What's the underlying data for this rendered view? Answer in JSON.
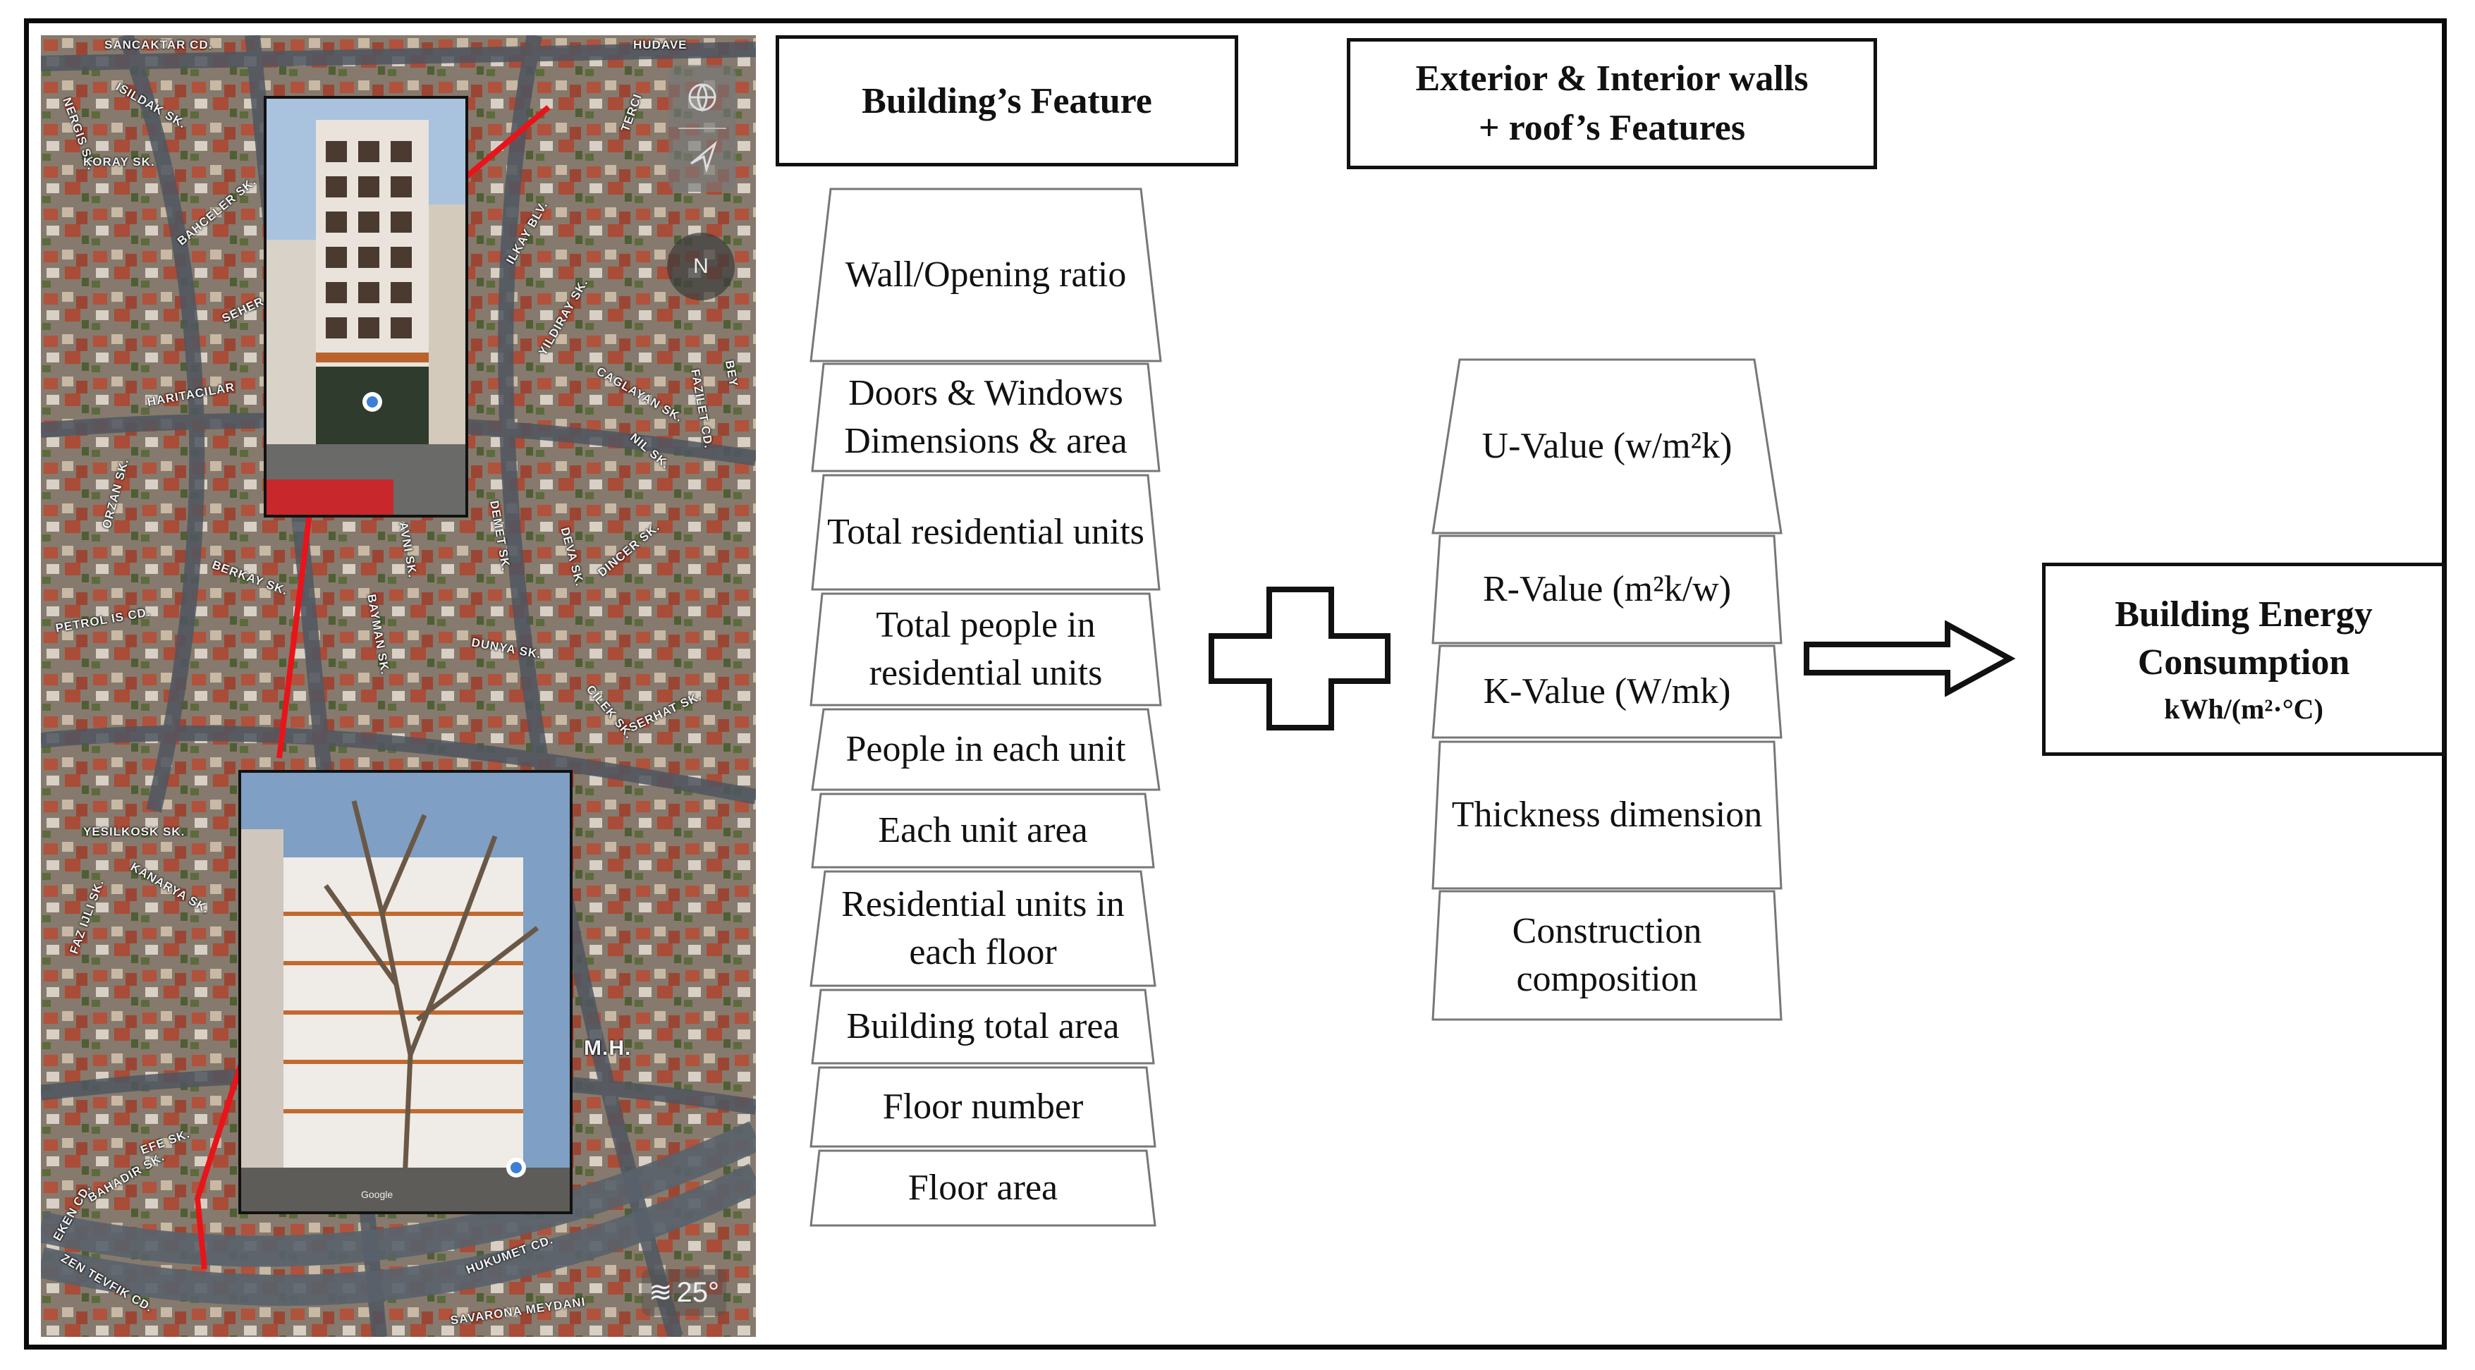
{
  "map": {
    "streets": [
      "SANCAKTAR CD.",
      "ISILDAK SK.",
      "NERGIS SK.",
      "KORAY SK.",
      "HUDAVE",
      "TERCI",
      "BAHCELER SK.",
      "SEHER",
      "HARITACILAR",
      "ILKAY BLV.",
      "YILDIRAY SK.",
      "CAGLAYAN SK.",
      "FAZILET CD.",
      "BEY",
      "NIL SK.",
      "ORZAN SK.",
      "BERKAY SK.",
      "AVNI SK.",
      "DEVA SK.",
      "DINCER SK.",
      "DEMET SK.",
      "PETROL IS CD.",
      "BAYMAN SK.",
      "DUNYA SK.",
      "SERHAT SK.",
      "CILEK SK.",
      "YESILKOSK SK.",
      "KANARYA SK.",
      "FAZ IJLI SK.",
      "EFE SK.",
      "BAHADIR SK.",
      "EKEN CD.",
      "ZEN TEVFIK CD.",
      "HUKUMET CD.",
      "SAVARONA MEYDANI",
      "M.H."
    ],
    "compass": "N",
    "temperature": "25°",
    "watermark": "Google"
  },
  "building_features": {
    "title": "Building’s Feature",
    "items": [
      "Wall/Opening ratio",
      "Doors & Windows Dimensions & area",
      "Total residential units",
      "Total people in residential units",
      "People in each unit",
      "Each unit area",
      "Residential units in each floor",
      "Building total area",
      "Floor number",
      "Floor area"
    ]
  },
  "wall_features": {
    "title_line1": "Exterior & Interior walls",
    "title_line2": "+ roof’s Features",
    "items": [
      "U-Value (w/m²k)",
      "R-Value (m²k/w)",
      "K-Value (W/mk)",
      "Thickness dimension",
      "Construction composition"
    ]
  },
  "result": {
    "title_line1": "Building Energy",
    "title_line2": "Consumption",
    "unit": "kWh/(m²·°C)"
  },
  "colors": {
    "route": "#e8141a",
    "border": "#111111"
  }
}
